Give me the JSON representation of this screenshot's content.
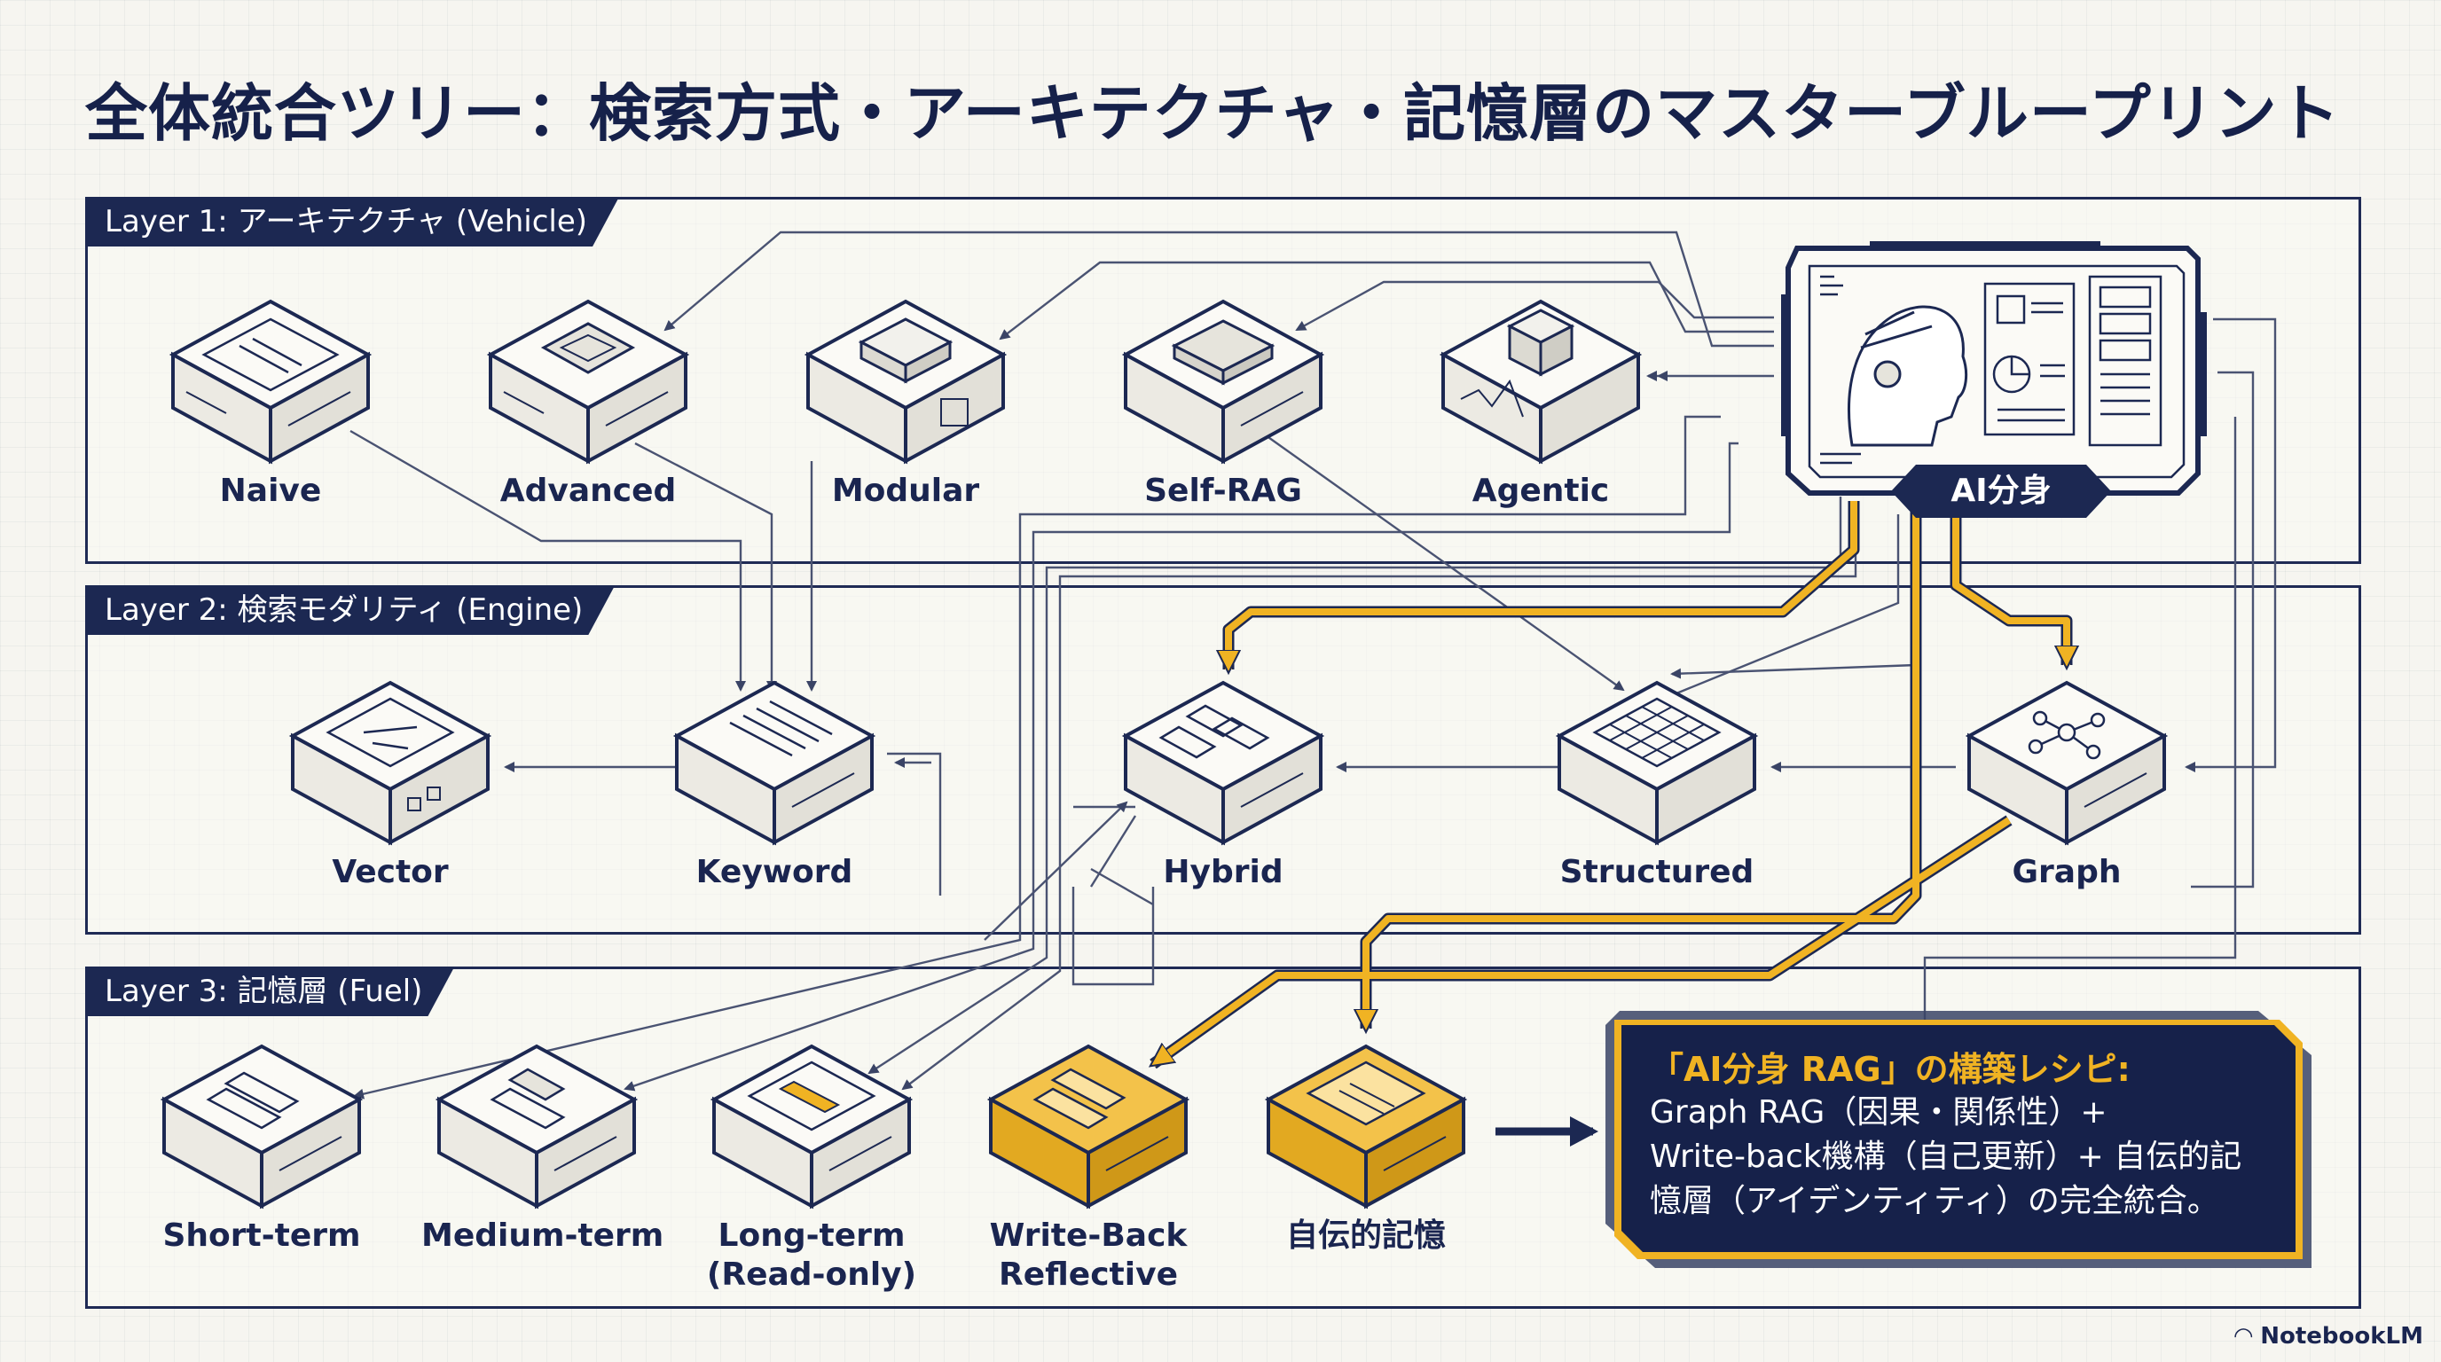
{
  "title": "全体統合ツリー：検索方式・アーキテクチャ・記憶層のマスターブループリント",
  "layers": [
    {
      "label": "Layer 1: アーキテクチャ (Vehicle)"
    },
    {
      "label": "Layer 2: 検索モダリティ (Engine)"
    },
    {
      "label": "Layer 3: 記憶層 (Fuel)"
    }
  ],
  "layer1_nodes": [
    "Naive",
    "Advanced",
    "Modular",
    "Self-RAG",
    "Agentic"
  ],
  "layer2_nodes": [
    "Vector",
    "Keyword",
    "Hybrid",
    "Structured",
    "Graph"
  ],
  "layer3_nodes": [
    {
      "line1": "Short-term",
      "line2": ""
    },
    {
      "line1": "Medium-term",
      "line2": ""
    },
    {
      "line1": "Long-term",
      "line2": "(Read-only)"
    },
    {
      "line1": "Write-Back",
      "line2": "Reflective"
    },
    {
      "line1": "自伝的記憶",
      "line2": ""
    }
  ],
  "ai": {
    "label": "AI分身"
  },
  "recipe": {
    "title": "「AI分身 RAG」の構築レシピ:",
    "lines": [
      "Graph RAG（因果・関係性）+",
      "Write-back機構（自己更新）+ 自伝的記",
      "憶層（アイデンティティ）の完全統合。"
    ]
  },
  "footer": {
    "logo": "NotebookLM"
  },
  "colors": {
    "navy": "#1c2852",
    "gold": "#f0b323",
    "background": "#f6f5f0"
  }
}
